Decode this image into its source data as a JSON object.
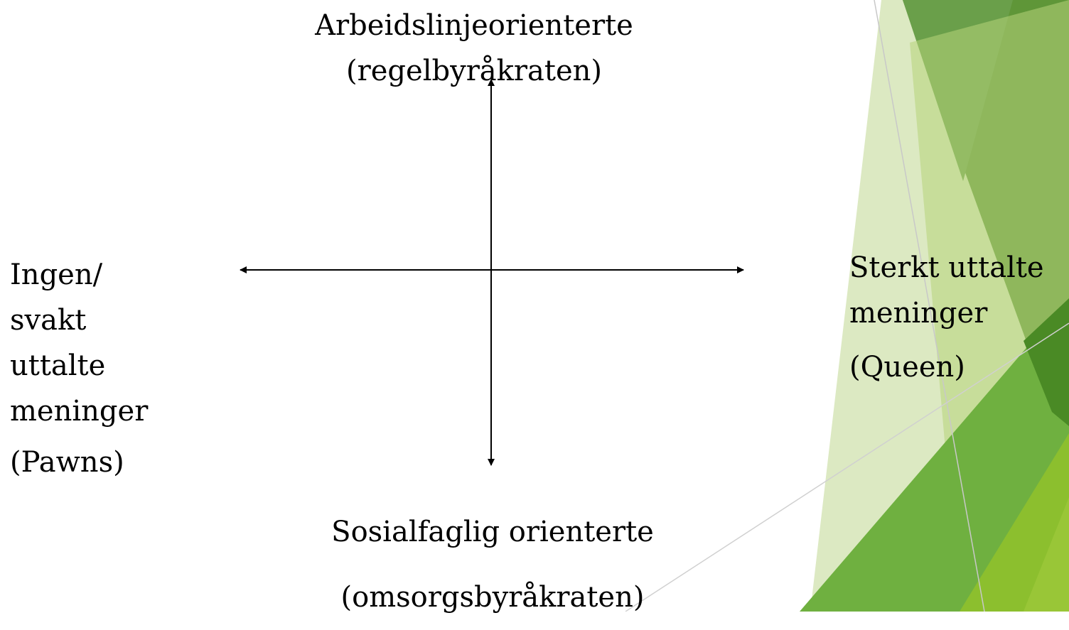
{
  "diagram": {
    "top": {
      "line1": "Arbeidslinjeorienterte",
      "line2": "(regelbyråkraten)"
    },
    "bottom": {
      "line1": "Sosialfaglig orienterte",
      "line2": "(omsorgsbyråkraten)"
    },
    "left": {
      "line1": "Ingen/",
      "line2": "svakt",
      "line3": "uttalte",
      "line4": "meninger",
      "line5": "(Pawns)"
    },
    "right": {
      "line1": "Sterkt uttalte",
      "line2": "meninger",
      "line3": "(Queen)"
    }
  },
  "theme": {
    "accent_dark": "#4f8a2b",
    "accent_mid": "#72b043",
    "accent_light": "#8fc23a",
    "accent_pale": "#d9e8c0"
  }
}
